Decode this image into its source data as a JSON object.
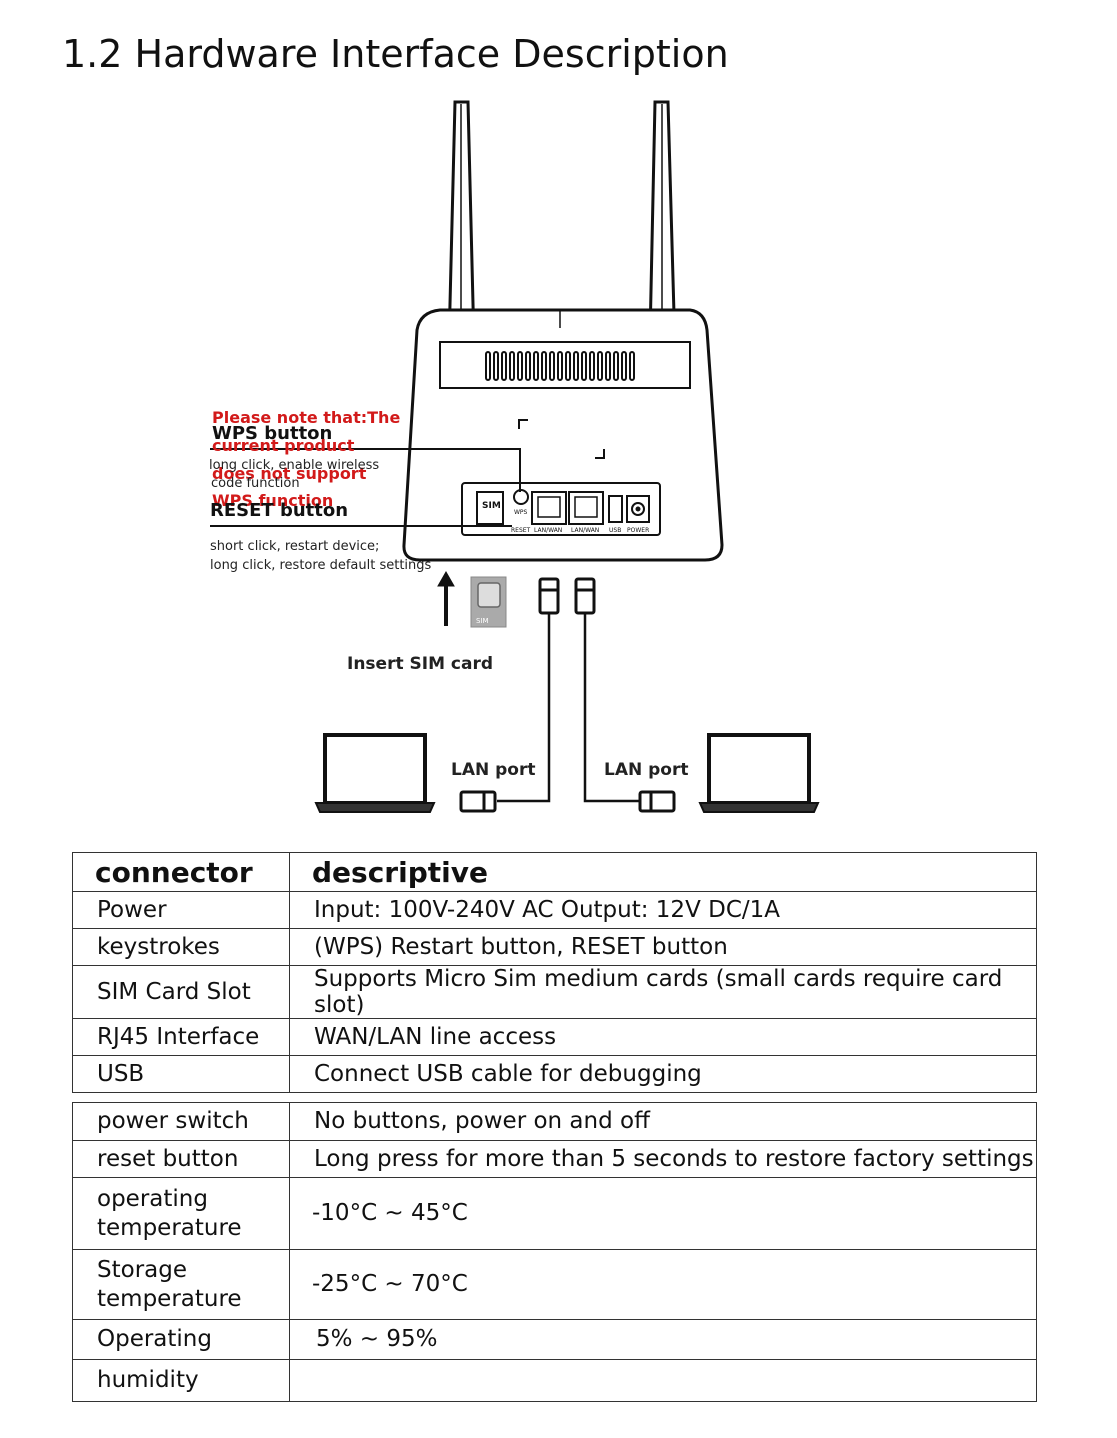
{
  "page": {
    "title": "1.2 Hardware Interface Description"
  },
  "diagram": {
    "note_lines": [
      "Please note that:The",
      "current product",
      "does not support",
      "WPS function"
    ],
    "wps_button": {
      "label": "WPS button",
      "desc_lines": [
        "long click, enable wireless",
        "code function"
      ]
    },
    "reset_button": {
      "label": "RESET button",
      "desc_lines": [
        "short click, restart device;",
        "long click, restore default settings"
      ]
    },
    "insert_sim": "Insert SIM card",
    "lan_port_left": "LAN port",
    "lan_port_right": "LAN port",
    "panel_labels": {
      "sim": "SIM",
      "wps": "WPS",
      "reset": "RESET",
      "lanwan1": "LAN/WAN",
      "lanwan2": "LAN/WAN",
      "usb": "USB",
      "power": "POWER",
      "sim_card": "SIM"
    },
    "colors": {
      "note": "#d21a1a",
      "line": "#111111"
    }
  },
  "table1": {
    "header": [
      "connector",
      "descriptive"
    ],
    "rows": [
      [
        "Power",
        "Input: 100V-240V AC Output: 12V DC/1A"
      ],
      [
        "keystrokes",
        "(WPS) Restart button, RESET button"
      ],
      [
        "SIM Card Slot",
        "Supports Micro Sim medium cards (small cards require card slot)"
      ],
      [
        "RJ45 Interface",
        "WAN/LAN line access"
      ],
      [
        "USB",
        "Connect USB cable for debugging"
      ]
    ]
  },
  "table2": {
    "rows": [
      [
        "power switch",
        "No buttons, power on and off"
      ],
      [
        "reset button",
        "Long press for more than 5 seconds to restore factory settings"
      ],
      [
        "operating temperature",
        "-10°C ~ 45°C"
      ],
      [
        "Storage temperature",
        "-25°C ~ 70°C"
      ],
      [
        "Operating",
        "5% ~ 95%"
      ],
      [
        "humidity",
        ""
      ]
    ]
  }
}
